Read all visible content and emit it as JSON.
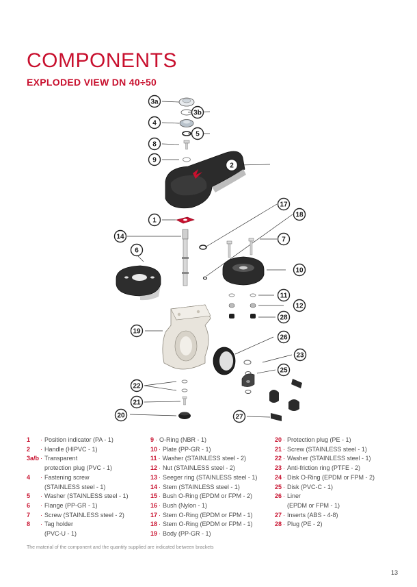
{
  "header": {
    "title": "COMPONENTS",
    "subtitle": "EXPLODED VIEW DN 40÷50"
  },
  "callouts": [
    "3a",
    "3b",
    "4",
    "5",
    "8",
    "9",
    "2",
    "17",
    "18",
    "1",
    "14",
    "7",
    "6",
    "10",
    "11",
    "12",
    "28",
    "19",
    "26",
    "23",
    "25",
    "22",
    "21",
    "20",
    "27"
  ],
  "legend": {
    "col1": [
      {
        "num": "1",
        "text": "Position indicator (PA - 1)"
      },
      {
        "num": "2",
        "text": "Handle (HIPVC - 1)"
      },
      {
        "num": "3a/b",
        "text": "Transparent\nprotection plug (PVC - 1)"
      },
      {
        "num": "4",
        "text": "Fastening screw\n(STAINLESS steel - 1)"
      },
      {
        "num": "5",
        "text": "Washer (STAINLESS steel - 1)"
      },
      {
        "num": "6",
        "text": "Flange (PP-GR - 1)"
      },
      {
        "num": "7",
        "text": "Screw (STAINLESS steel - 2)"
      },
      {
        "num": "8",
        "text": "Tag holder\n(PVC-U - 1)"
      }
    ],
    "col2": [
      {
        "num": "9",
        "text": "O-Ring (NBR - 1)"
      },
      {
        "num": "10",
        "text": "Plate (PP-GR - 1)"
      },
      {
        "num": "11",
        "text": "Washer (STAINLESS steel - 2)"
      },
      {
        "num": "12",
        "text": "Nut (STAINLESS steel - 2)"
      },
      {
        "num": "13",
        "text": "Seeger ring (STAINLESS steel - 1)"
      },
      {
        "num": "14",
        "text": "Stem (STAINLESS steel - 1)"
      },
      {
        "num": "15",
        "text": "Bush O-Ring (EPDM or FPM - 2)"
      },
      {
        "num": "16",
        "text": "Bush (Nylon - 1)"
      },
      {
        "num": "17",
        "text": "Stem O-Ring (EPDM or FPM - 1)"
      },
      {
        "num": "18",
        "text": "Stem O-Ring (EPDM or FPM - 1)"
      },
      {
        "num": "19",
        "text": "Body (PP-GR - 1)"
      }
    ],
    "col3": [
      {
        "num": "20",
        "text": "Protection plug (PE - 1)"
      },
      {
        "num": "21",
        "text": "Screw (STAINLESS steel - 1)"
      },
      {
        "num": "22",
        "text": "Washer (STAINLESS steel - 1)"
      },
      {
        "num": "23",
        "text": "Anti-friction ring (PTFE - 2)"
      },
      {
        "num": "24",
        "text": "Disk O-Ring (EPDM or FPM - 2)"
      },
      {
        "num": "25",
        "text": "Disk (PVC-C - 1)"
      },
      {
        "num": "26",
        "text": "Liner\n(EPDM or FPM - 1)"
      },
      {
        "num": "27",
        "text": "Inserts (ABS - 4-8)"
      },
      {
        "num": "28",
        "text": "Plug (PE - 2)"
      }
    ]
  },
  "footnote": "The material of the component and the quantity supplied are indicated between brackets",
  "page_number": "13",
  "colors": {
    "accent": "#c8102e",
    "text": "#3a3a3a",
    "part_dark": "#2b2b2b",
    "part_light": "#e8e4dc"
  }
}
